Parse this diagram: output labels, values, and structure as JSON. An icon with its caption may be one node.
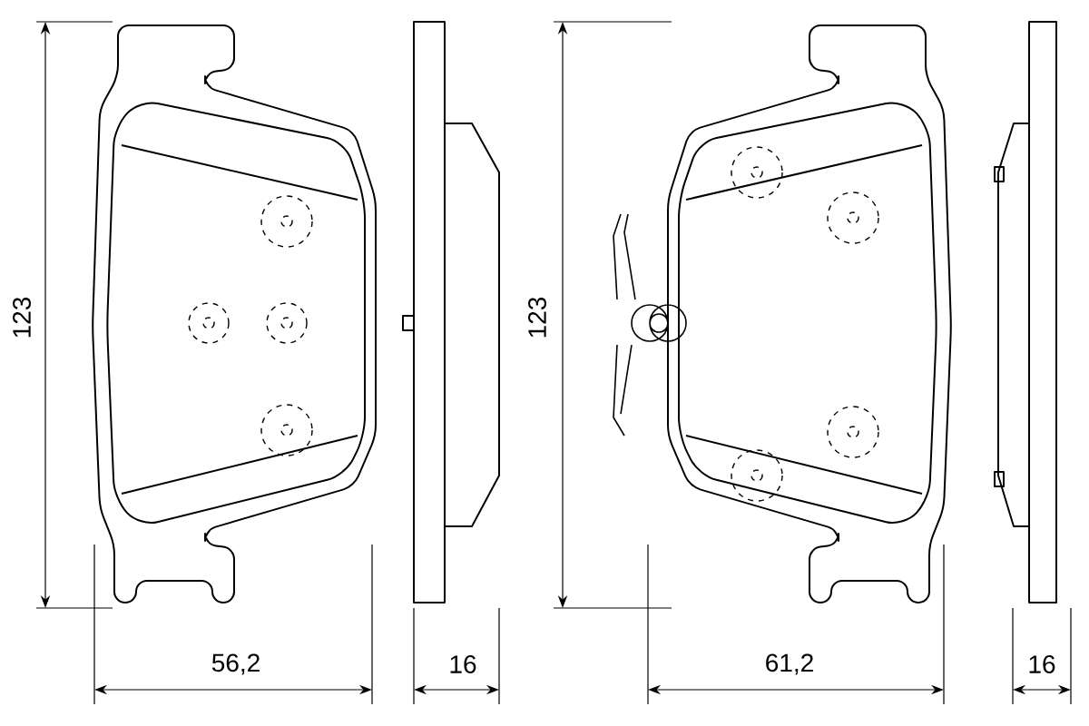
{
  "diagram": {
    "labels": [
      "123",
      "56,2",
      "16",
      "123",
      "61,2",
      "16"
    ]
  }
}
